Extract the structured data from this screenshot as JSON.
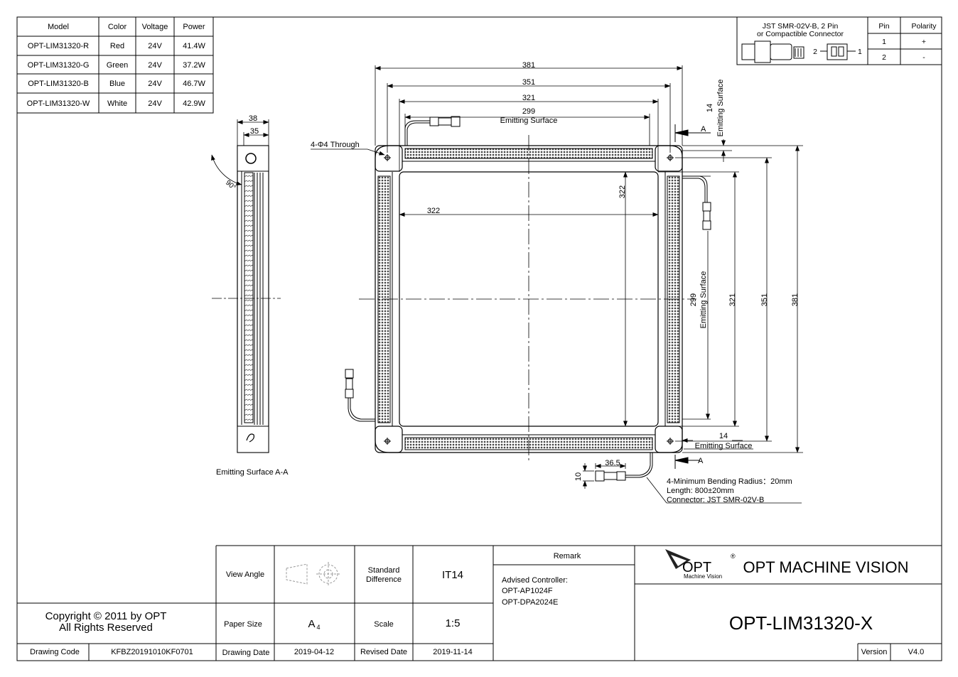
{
  "model_table": {
    "headers": [
      "Model",
      "Color",
      "Voltage",
      "Power"
    ],
    "rows": [
      [
        "OPT-LIM31320-R",
        "Red",
        "24V",
        "41.4W"
      ],
      [
        "OPT-LIM31320-G",
        "Green",
        "24V",
        "37.2W"
      ],
      [
        "OPT-LIM31320-B",
        "Blue",
        "24V",
        "46.7W"
      ],
      [
        "OPT-LIM31320-W",
        "White",
        "24V",
        "42.9W"
      ]
    ]
  },
  "connector_box": {
    "title_line1": "JST SMR-02V-B, 2 Pin",
    "title_line2": "or Compactible Connector",
    "pin_label_2": "2",
    "pin_label_1": "1",
    "headers": [
      "Pin",
      "Polarity"
    ],
    "rows": [
      [
        "1",
        "+"
      ],
      [
        "2",
        "-"
      ]
    ]
  },
  "dimensions": {
    "d381": "381",
    "d351": "351",
    "d321": "321",
    "d299": "299",
    "d322": "322",
    "d38": "38",
    "d35": "35",
    "d14": "14",
    "d36_5": "36.5",
    "d10": "10",
    "angle": "90°",
    "section_mark": "A"
  },
  "labels": {
    "emitting_surface": "Emitting Surface",
    "holes": "4-Φ4 Through",
    "section_view": "Emitting Surface A-A",
    "note_line1": "4-Minimum Bending Radius：20mm",
    "note_line2": "Length: 800±20mm",
    "note_line3": "Connector: JST SMR-02V-B"
  },
  "title_block": {
    "view_angle_label": "View Angle",
    "standard_difference_label": "Standard Difference",
    "standard_difference_value": "IT14",
    "remark_label": "Remark",
    "remark_lines": [
      "Advised Controller:",
      "OPT-AP1024F",
      "OPT-DPA2024E"
    ],
    "paper_size_label": "Paper Size",
    "paper_size_value": "A",
    "paper_size_sub": "4",
    "scale_label": "Scale",
    "scale_value": "1:5",
    "drawing_date_label": "Drawing Date",
    "drawing_date_value": "2019-04-12",
    "revised_date_label": "Revised Date",
    "revised_date_value": "2019-11-14",
    "copyright_line1": "Copyright © 2011 by OPT",
    "copyright_line2": "All Rights Reserved",
    "drawing_code_label": "Drawing Code",
    "drawing_code_value": "KFBZ20191010KF0701",
    "logo_text": "OPT",
    "logo_sub": "Machine Vision",
    "company": "OPT MACHINE VISION",
    "product_code": "OPT-LIM31320-X",
    "version_label": "Version",
    "version_value": "V4.0"
  }
}
